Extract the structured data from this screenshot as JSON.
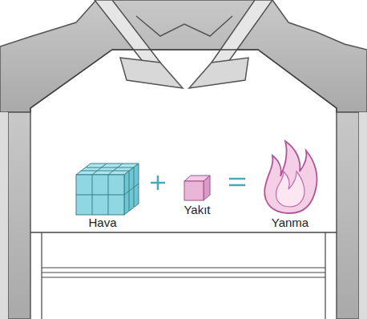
{
  "diagram": {
    "labels": [
      "Hava",
      "Yakıt",
      "Yanma"
    ]
  }
}
